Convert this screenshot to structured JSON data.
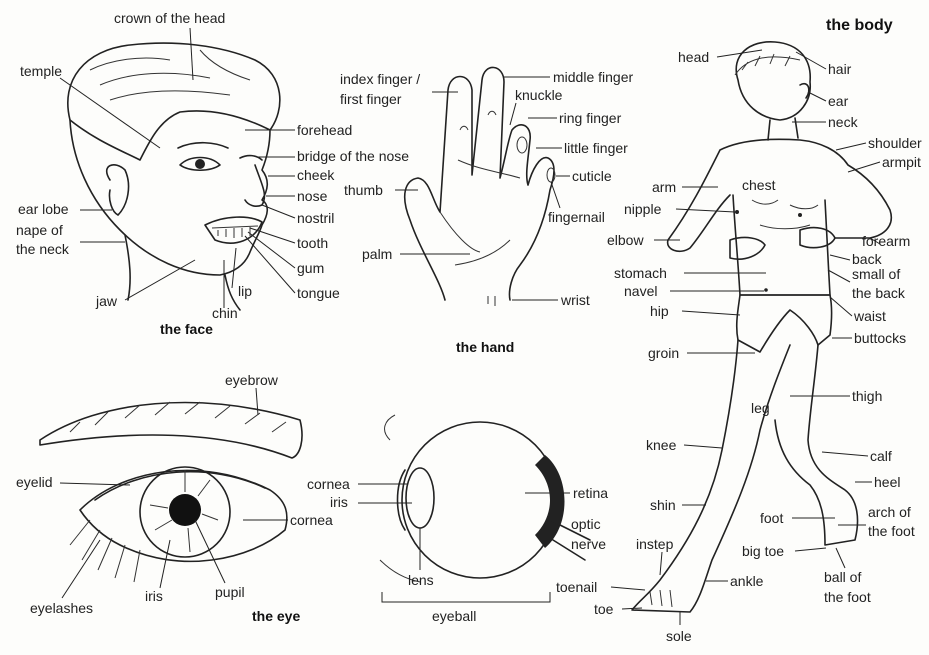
{
  "title": "the body",
  "face": {
    "caption": "the face",
    "labels": {
      "crown": "crown of the head",
      "temple": "temple",
      "forehead": "forehead",
      "bridge": "bridge of the nose",
      "cheek": "cheek",
      "nose": "nose",
      "nostril": "nostril",
      "tooth": "tooth",
      "gum": "gum",
      "tongue": "tongue",
      "ear_lobe": "ear lobe",
      "nape1": "nape of",
      "nape2": "the neck",
      "jaw": "jaw",
      "lip": "lip",
      "chin": "chin"
    }
  },
  "hand": {
    "caption": "the hand",
    "labels": {
      "index1": "index finger /",
      "index2": "first finger",
      "middle": "middle finger",
      "knuckle": "knuckle",
      "ring": "ring finger",
      "little": "little finger",
      "cuticle": "cuticle",
      "thumb": "thumb",
      "fingernail": "fingernail",
      "palm": "palm",
      "wrist": "wrist"
    }
  },
  "eye": {
    "caption": "the eye",
    "labels": {
      "eyebrow": "eyebrow",
      "eyelid": "eyelid",
      "cornea": "cornea",
      "eyelashes": "eyelashes",
      "iris": "iris",
      "pupil": "pupil"
    }
  },
  "eyeball": {
    "caption": "eyeball",
    "labels": {
      "cornea": "cornea",
      "iris": "iris",
      "retina": "retina",
      "optic1": "optic",
      "optic2": "nerve",
      "lens": "lens"
    }
  },
  "body": {
    "labels": {
      "head": "head",
      "hair": "hair",
      "ear": "ear",
      "neck": "neck",
      "shoulder": "shoulder",
      "armpit": "armpit",
      "arm": "arm",
      "chest": "chest",
      "nipple": "nipple",
      "elbow": "elbow",
      "forearm": "forearm",
      "back": "back",
      "small1": "small of",
      "small2": "the back",
      "stomach": "stomach",
      "navel": "navel",
      "hip": "hip",
      "waist": "waist",
      "buttocks": "buttocks",
      "groin": "groin",
      "leg": "leg",
      "thigh": "thigh",
      "knee": "knee",
      "calf": "calf",
      "heel": "heel",
      "shin": "shin",
      "foot": "foot",
      "arch1": "arch of",
      "arch2": "the foot",
      "instep": "instep",
      "big_toe": "big toe",
      "ankle": "ankle",
      "ball1": "ball of",
      "ball2": "the foot",
      "toenail": "toenail",
      "toe": "toe",
      "sole": "sole"
    }
  }
}
